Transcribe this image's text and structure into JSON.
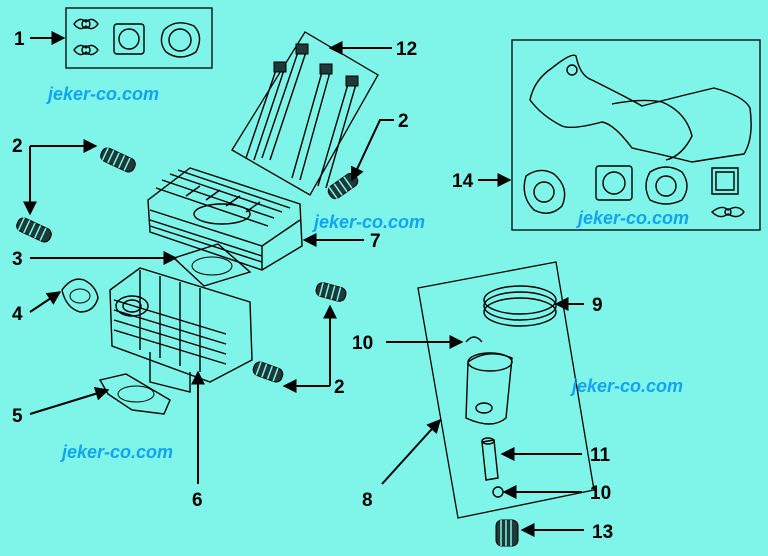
{
  "watermark": "jeker-co.com",
  "callouts": {
    "c1": "1",
    "c2a": "2",
    "c2b": "2",
    "c2c": "2",
    "c3": "3",
    "c4": "4",
    "c5": "5",
    "c6": "6",
    "c7": "7",
    "c8": "8",
    "c9": "9",
    "c10a": "10",
    "c10b": "10",
    "c11": "11",
    "c12": "12",
    "c13": "13",
    "c14": "14"
  },
  "colors": {
    "background": "#7ff5e9",
    "watermark": "#12a4f0",
    "line": "#000000"
  }
}
